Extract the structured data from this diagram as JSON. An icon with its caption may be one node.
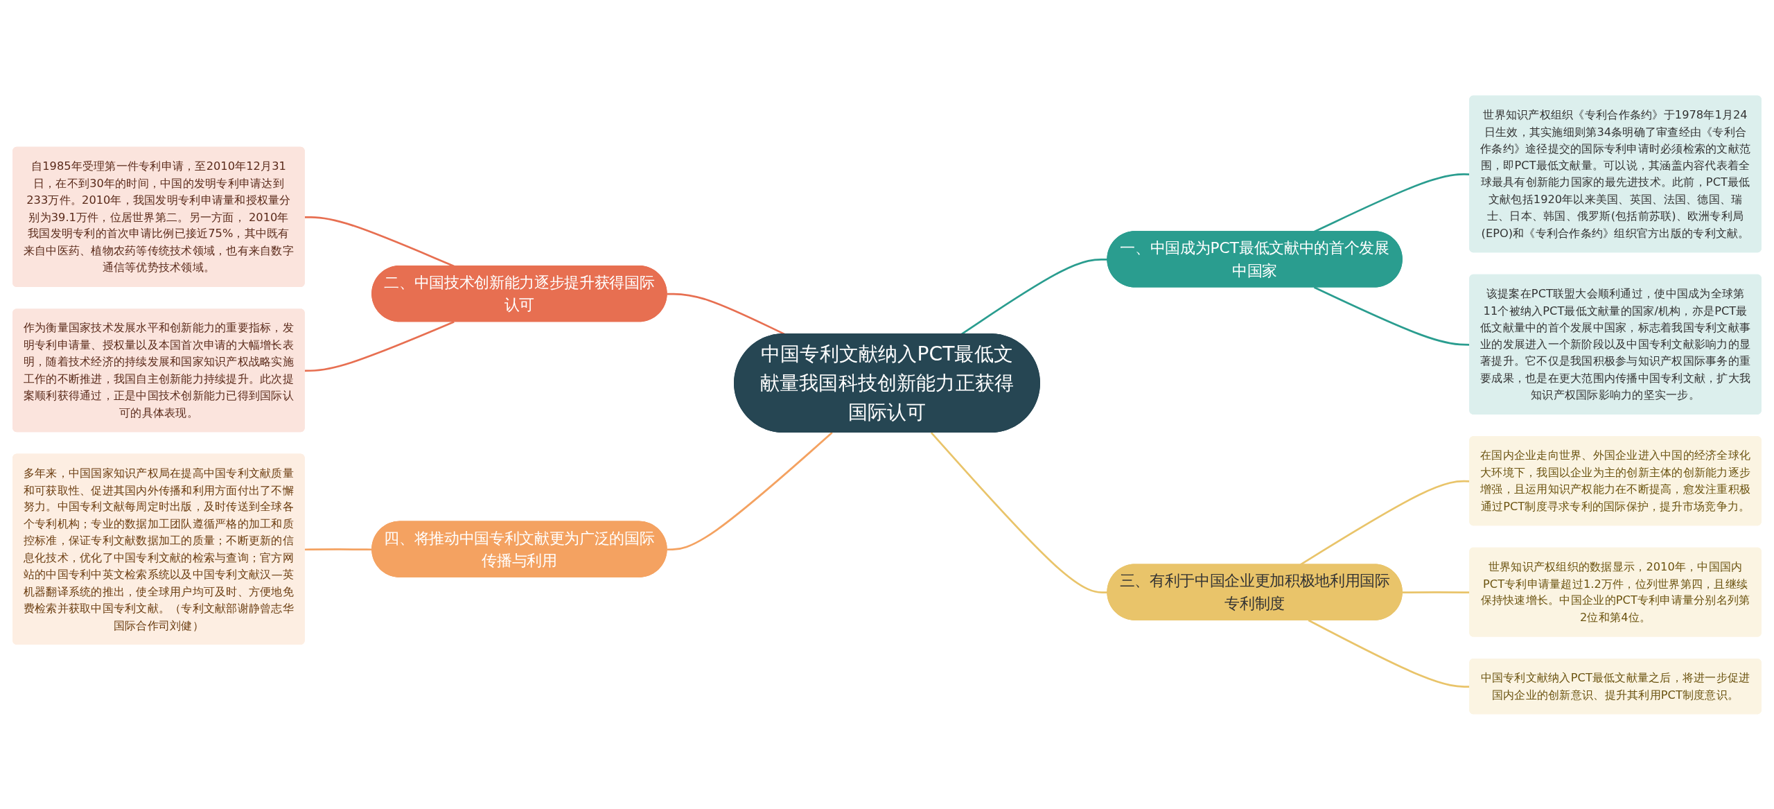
{
  "diagram": {
    "nodes": [
      {
        "text": [
          "中国专利文献纳入PCT最低文献量我国科技创新能力正获得国际认可"
        ]
      },
      {
        "text": [
          "一、中国成为PCT最低文献中的首个发展中国家"
        ]
      },
      {
        "text": [
          "世界知识产权组织《专利合作条约》于1978年1月24日生效，其实施细则第34条明确了审查经由《专利合作条约》途径提交的国际专利申请时必须检索的文献范围，即PCT最低文献量。可以说，其涵盖内容代表着全球最具有创新能力国家的最先进技术。此前，PCT最低文献包括1920年以来美国、英国、法国、德国、瑞士、日本、韩国、俄罗斯(包括前苏联)、欧洲专利局(EPO)和《专利合作条约》组织官方出版的专利文献。"
        ]
      },
      {
        "text": [
          "该提案在PCT联盟大会顺利通过，使中国成为全球第11个被纳入PCT最低文献量的国家/机构，亦是PCT最低文献量中的首个发展中国家，标志着我国专利文献事业的发展进入一个新阶段以及中国专利文献影响力的显著提升。它不仅是我国积极参与知识产权国际事务的重要成果，也是在更大范围内传播中国专利文献，扩大我知识产权国际影响力的坚实一步。"
        ]
      },
      {
        "text": [
          "二、中国技术创新能力逐步提升获得国际认可"
        ]
      },
      {
        "text": [
          "自1985年受理第一件专利申请，至2010年12月31日，在不到30年的时间，中国的发明专利申请达到233万件。2010年，我国发明专利申请量和授权量分别为39.1万件，位居世界第二。另一方面， 2010年我国发明专利的首次申请比例已接近75%，其中既有来自中医药、植物农药等传统技术领域，也有来自数字通信等优势技术领域。"
        ]
      },
      {
        "text": [
          "作为衡量国家技术发展水平和创新能力的重要指标，发明专利申请量、授权量以及本国首次申请的大幅增长表明，随着技术经济的持续发展和国家知识产权战略实施工作的不断推进，我国自主创新能力持续提升。此次提案顺利获得通过，正是中国技术创新能力已得到国际认可的具体表现。"
        ]
      },
      {
        "text": [
          "三、有利于中国企业更加积极地利用国际专利制度"
        ]
      },
      {
        "text": [
          "在国内企业走向世界、外国企业进入中国的经济全球化大环境下，我国以企业为主的创新主体的创新能力逐步增强，且运用知识产权能力在不断提高，愈发注重积极通过PCT制度寻求专利的国际保护，提升市场竞争力。"
        ]
      },
      {
        "text": [
          "世界知识产权组织的数据显示，2010年，中国国内PCT专利申请量超过1.2万件，位列世界第四，且继续保持快速增长。中国企业的PCT专利申请量分别名列第2位和第4位。"
        ]
      },
      {
        "text": [
          "中国专利文献纳入PCT最低文献量之后，将进一步促进国内企业的创新意识、提升其利用PCT制度意识。"
        ]
      },
      {
        "text": [
          "四、将推动中国专利文献更为广泛的国际传播与利用"
        ]
      },
      {
        "text": [
          "多年来，中国国家知识产权局在提高中国专利文献质量和可获取性、促进其国内外传播和利用方面付出了不懈努力。中国专利文献每周定时出版，及时传送到全球各个专利机构；专业的数据加工团队遵循严格的加工和质控标准，保证专利文献数据加工的质量；不断更新的信息化技术，优化了中国专利文献的检索与查询；官方网站的中国专利中英文检索系统以及中国专利文献汉—英机器翻译系统的推出，使全球用户均可及时、方便地免费检索并获取中国专利文献。（专利文献部谢静曾志华国际合作司刘健）"
        ]
      }
    ],
    "edges": [
      {
        "from": 0,
        "to": 1,
        "arrow": "none",
        "color": "#2a9d8f"
      },
      {
        "from": 1,
        "to": 2,
        "arrow": "none",
        "color": "#2a9d8f"
      },
      {
        "from": 1,
        "to": 3,
        "arrow": "none",
        "color": "#2a9d8f"
      },
      {
        "from": 0,
        "to": 4,
        "arrow": "none",
        "color": "#e76f51"
      },
      {
        "from": 4,
        "to": 5,
        "arrow": "none",
        "color": "#e76f51"
      },
      {
        "from": 4,
        "to": 6,
        "arrow": "none",
        "color": "#e76f51"
      },
      {
        "from": 0,
        "to": 7,
        "arrow": "none",
        "color": "#e9c46a"
      },
      {
        "from": 7,
        "to": 8,
        "arrow": "none",
        "color": "#e9c46a"
      },
      {
        "from": 7,
        "to": 9,
        "arrow": "none",
        "color": "#e9c46a"
      },
      {
        "from": 7,
        "to": 10,
        "arrow": "none",
        "color": "#e9c46a"
      },
      {
        "from": 0,
        "to": 11,
        "arrow": "none",
        "color": "#f4a261"
      },
      {
        "from": 11,
        "to": 12,
        "arrow": "none",
        "color": "#f4a261"
      }
    ]
  }
}
